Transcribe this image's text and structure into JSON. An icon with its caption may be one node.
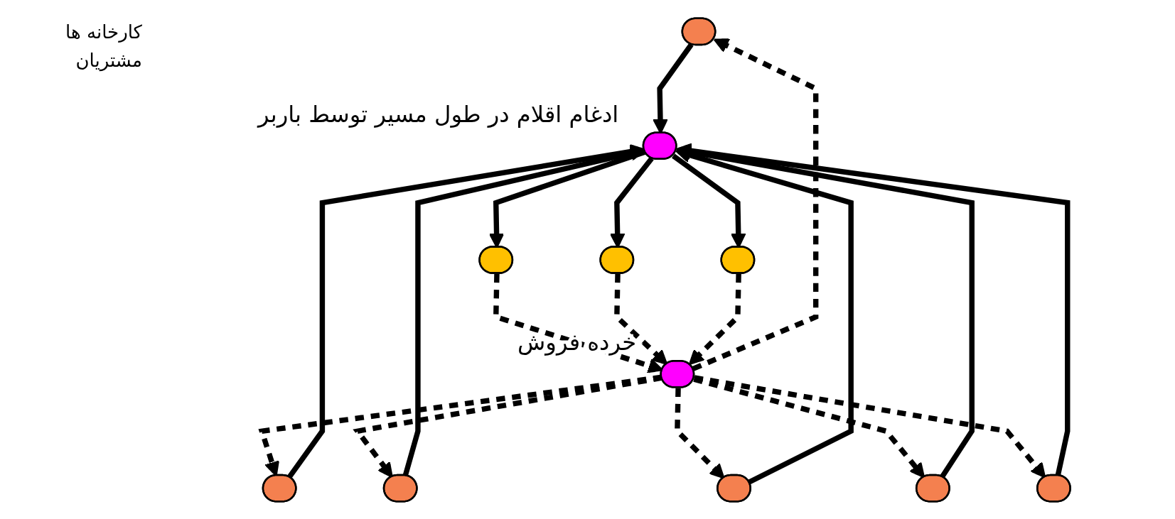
{
  "diagram": {
    "nodes": [
      {
        "text": [],
        "shape": "ellipse"
      },
      {
        "text": [],
        "shape": "ellipse"
      },
      {
        "text": [],
        "shape": "ellipse"
      },
      {
        "text": [],
        "shape": "ellipse"
      },
      {
        "text": [],
        "shape": "ellipse"
      },
      {
        "text": [],
        "shape": "ellipse"
      },
      {
        "text": [],
        "shape": "ellipse",
        "beside": [
          "خرده فروش"
        ]
      },
      {
        "text": [],
        "shape": "ellipse",
        "beside": [
          "ادغام اقلام در طول مسیر توسط باربر"
        ]
      },
      {
        "text": [],
        "shape": "ellipse"
      },
      {
        "text": [],
        "shape": "ellipse"
      },
      {
        "text": [],
        "shape": "ellipse"
      }
    ],
    "edges": [
      {
        "from": 6,
        "to": 0,
        "arrow": "to",
        "style": "dashed"
      },
      {
        "from": 6,
        "to": 1,
        "arrow": "to",
        "style": "dashed"
      },
      {
        "from": 6,
        "to": 2,
        "arrow": "to",
        "style": "dashed"
      },
      {
        "from": 6,
        "to": 3,
        "arrow": "to",
        "style": "dashed"
      },
      {
        "from": 6,
        "to": 4,
        "arrow": "to",
        "style": "dashed"
      },
      {
        "from": 6,
        "to": 5,
        "arrow": "to",
        "style": "dashed"
      },
      {
        "from": 0,
        "to": 7,
        "arrow": "to"
      },
      {
        "from": 1,
        "to": 7,
        "arrow": "to"
      },
      {
        "from": 2,
        "to": 7,
        "arrow": "to"
      },
      {
        "from": 3,
        "to": 7,
        "arrow": "to"
      },
      {
        "from": 4,
        "to": 7,
        "arrow": "to"
      },
      {
        "from": 5,
        "to": 7,
        "arrow": "to"
      },
      {
        "from": 7,
        "to": 8,
        "arrow": "to"
      },
      {
        "from": 7,
        "to": 9,
        "arrow": "to"
      },
      {
        "from": 7,
        "to": 10,
        "arrow": "to"
      },
      {
        "from": 8,
        "to": 6,
        "arrow": "to",
        "style": "dashed"
      },
      {
        "from": 9,
        "to": 6,
        "arrow": "to",
        "style": "dashed"
      },
      {
        "from": 10,
        "to": 6,
        "arrow": "to",
        "style": "dashed"
      }
    ],
    "labels": [
      "کارخانه ها",
      "مشتریان"
    ]
  }
}
